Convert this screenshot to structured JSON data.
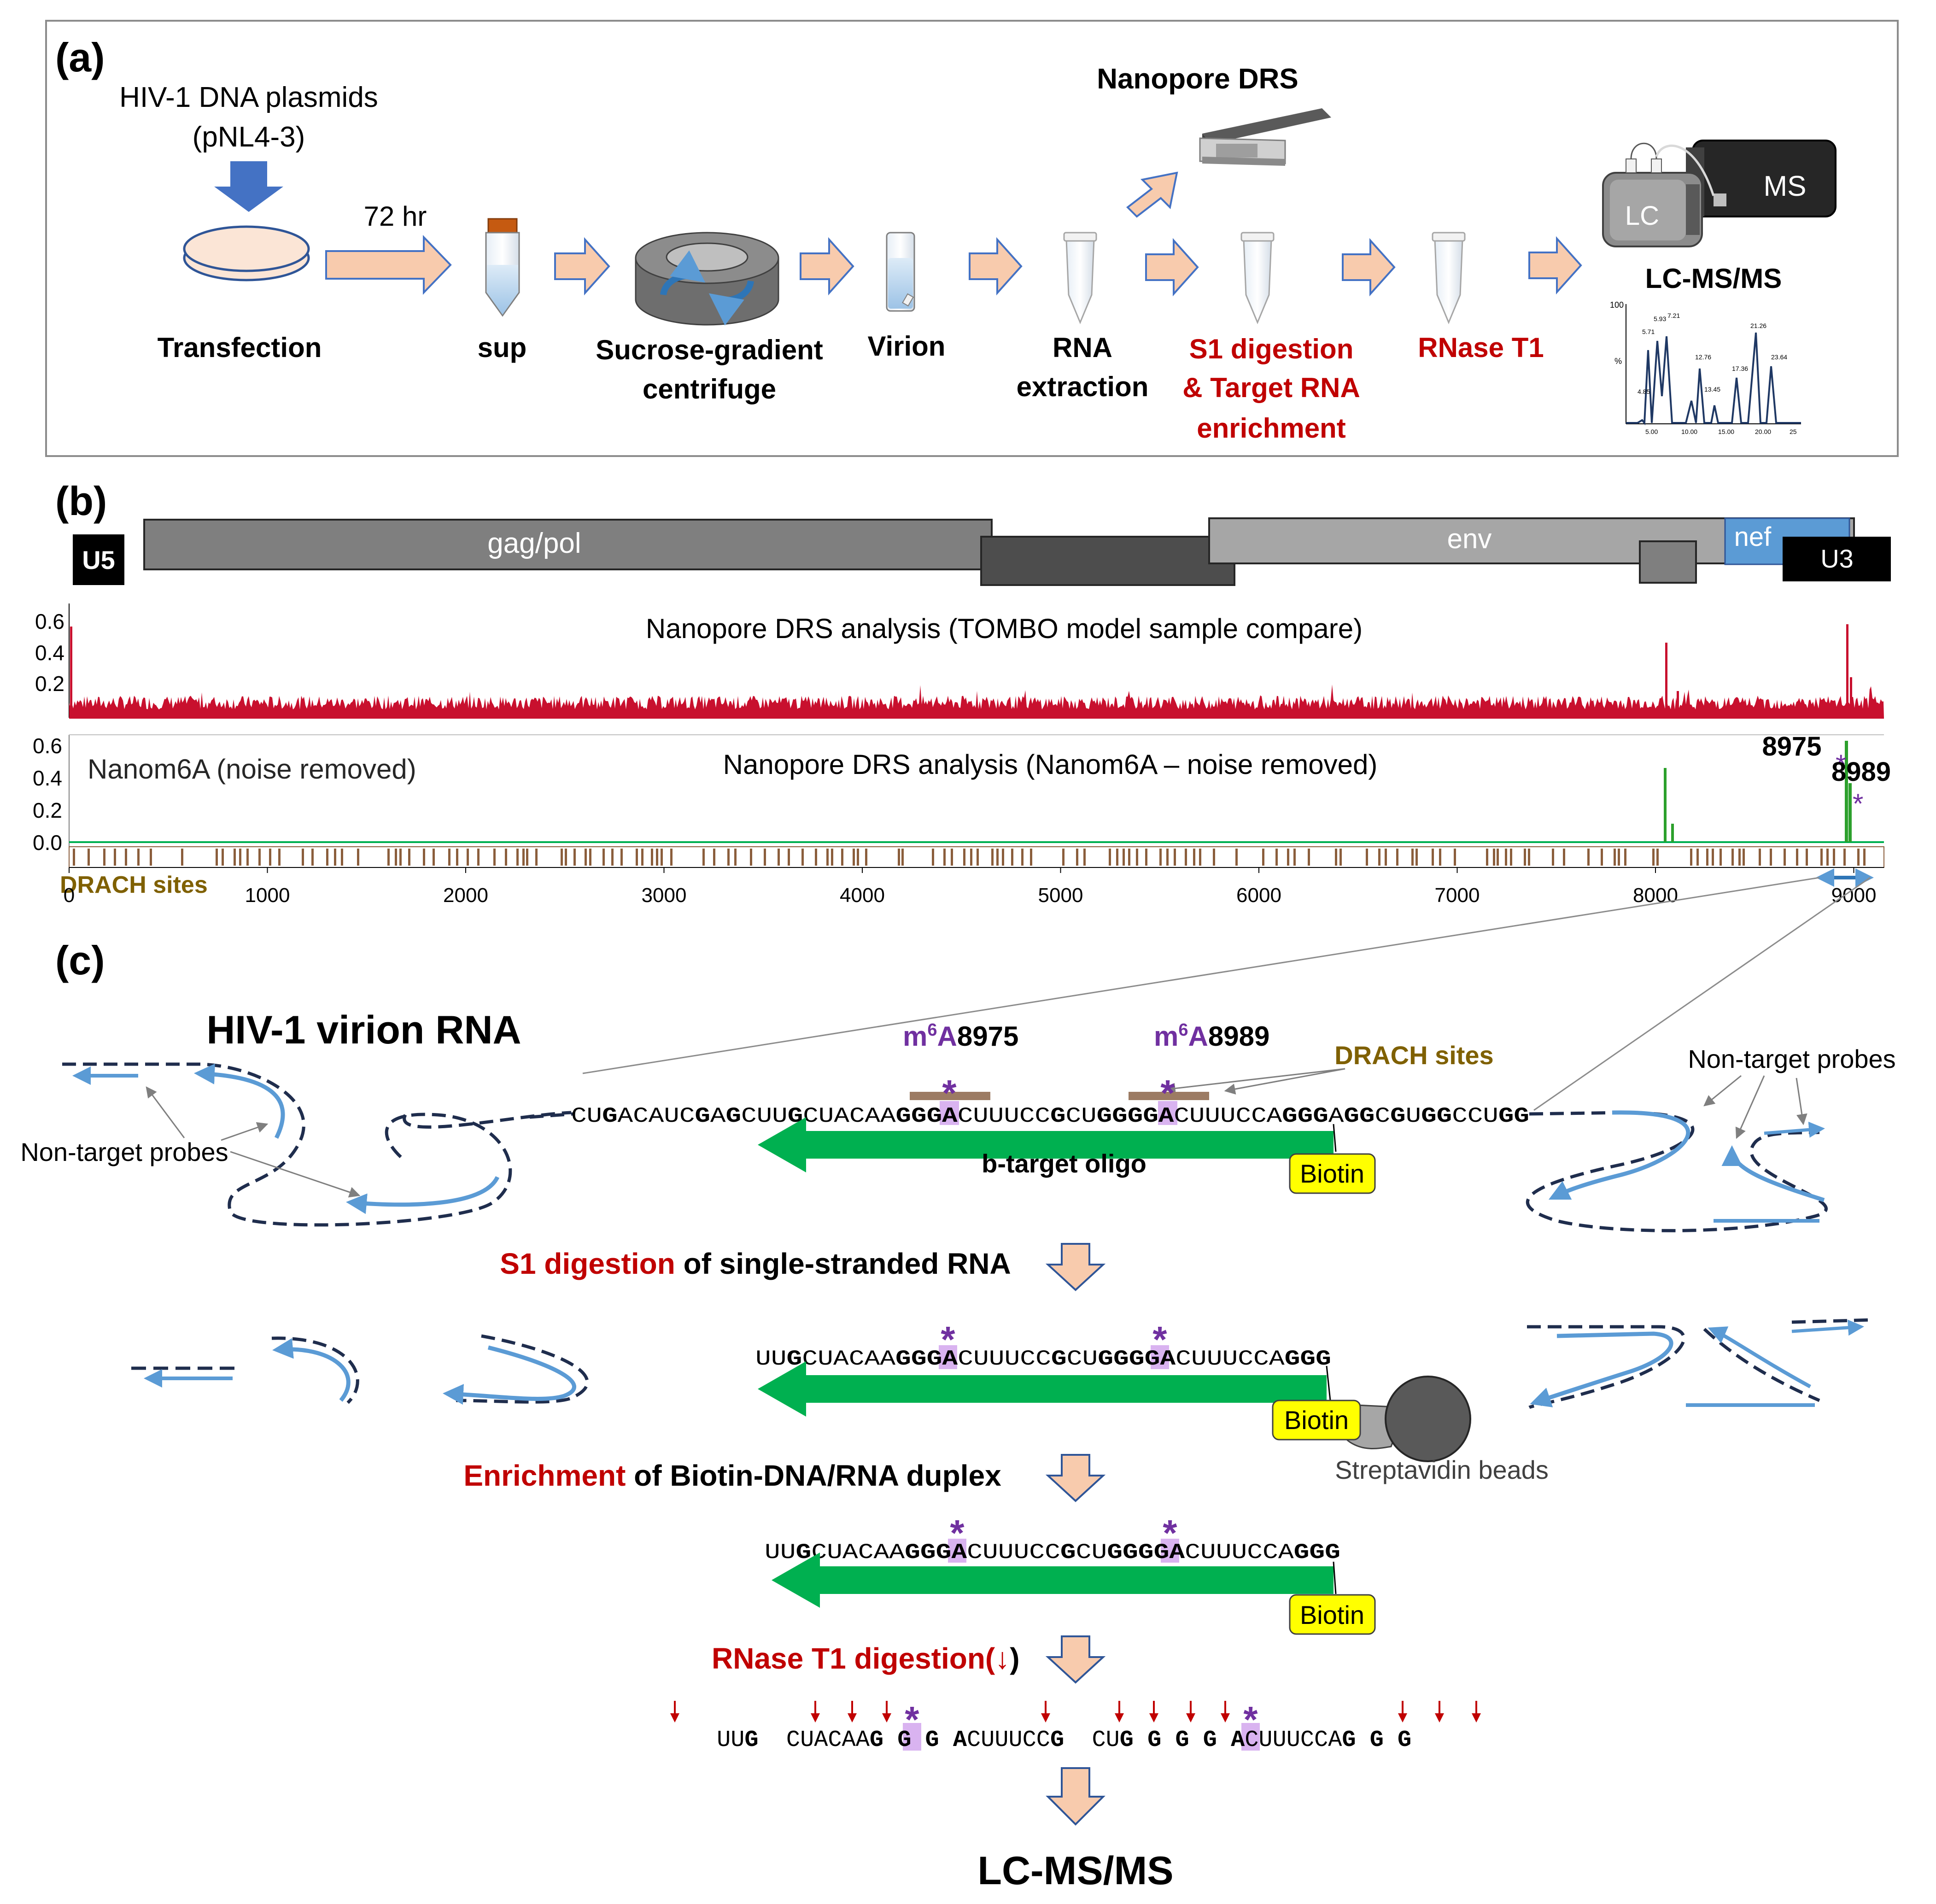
{
  "colors": {
    "arrow_fill": "#F8CBAD",
    "red_text": "#C00000",
    "purple": "#7030A0",
    "purple_hl": "#D9B3F0",
    "green": "#00B050",
    "blue_dark": "#4472C4",
    "blue_light": "#5B9BD5",
    "navy": "#1F2D4D",
    "gray_dark": "#555555",
    "gray_mid": "#7F7F7F",
    "gray_light": "#A6A6A6",
    "crimson": "#C8102E",
    "drach_brown": "#8B5E3C",
    "drach_label": "#7F6000",
    "yellow": "#FFFF00"
  },
  "panel_a": {
    "label": "(a)",
    "plasmid_line1": "HIV-1 DNA plasmids",
    "plasmid_line2": "(pNL4-3)",
    "time": "72 hr",
    "steps": {
      "transfection": "Transfection",
      "sup": "sup",
      "sucrose_1": "Sucrose-gradient",
      "sucrose_2": "centrifuge",
      "virion": "Virion",
      "rna_1": "RNA",
      "rna_2": "extraction",
      "s1_1": "S1 digestion",
      "s1_2": "& Target RNA",
      "s1_3": "enrichment",
      "rnase": "RNase T1"
    },
    "nanopore": "Nanopore DRS",
    "lc": "LC",
    "ms": "MS",
    "lcms": "LC-MS/MS",
    "chromatogram": {
      "peaks": [
        "4.85",
        "5.71",
        "5.93",
        "7.21",
        "12.76",
        "13.45",
        "17.36",
        "21.26",
        "23.64"
      ],
      "y_tick": "100",
      "y_unit": "%",
      "x_ticks": [
        "5.00",
        "10.00",
        "15.00",
        "20.00",
        "25"
      ]
    }
  },
  "panel_b": {
    "label": "(b)",
    "genes": {
      "u5": "U5",
      "gagpol": "gag/pol",
      "env": "env",
      "nef": "nef",
      "u3": "U3"
    },
    "track1_title": "Nanopore DRS analysis (TOMBO model sample compare)",
    "track1_yticks": [
      "0.6",
      "0.4",
      "0.2"
    ],
    "track2_title": "Nanopore DRS analysis (Nanom6A – noise removed)",
    "track2_legend": "Nanom6A (noise removed)",
    "track2_yticks": [
      "0.6",
      "0.4",
      "0.2",
      "0.0"
    ],
    "peak_a": "8975",
    "peak_b": "8989",
    "drach": "DRACH sites",
    "x_ticks": [
      "0",
      "1000",
      "2000",
      "3000",
      "4000",
      "5000",
      "6000",
      "7000",
      "8000",
      "9000"
    ]
  },
  "panel_c": {
    "label": "(c)",
    "title": "HIV-1 virion RNA",
    "m6a_a_pre": "m",
    "m6a_sup": "6",
    "m6a_a_post": "A",
    "m6a_a_num": "8975",
    "m6a_b_num": "8989",
    "drach": "DRACH sites",
    "non_target_left": "Non-target probes",
    "non_target_right": "Non-target probes",
    "seq1": [
      "CU",
      "G",
      "ACAUC",
      "G",
      "A",
      "G",
      "CUU",
      "G",
      "CUACAA",
      "GGGA",
      "CUUUCC",
      "G",
      "CU",
      "GGGGA",
      "CUUUCCA",
      "GGG",
      "A",
      "GG",
      "C",
      "G",
      "U",
      "GG",
      "CCU",
      "GG"
    ],
    "oligo": "b-target oligo",
    "biotin": "Biotin",
    "s1_red": "S1 digestion",
    "s1_black": " of single-stranded RNA",
    "seq2": [
      "UU",
      "G",
      "CUACAA",
      "GGGA",
      "CUUUCC",
      "G",
      "CU",
      "GGGGA",
      "CUUUCCA",
      "GGG"
    ],
    "beads": "Streptavidin beads",
    "enrich_red": "Enrichment",
    "enrich_black": " of Biotin-DNA/RNA duplex",
    "rnase_red": "RNase T1 digestion(",
    "rnase_arrow": "↓",
    "rnase_close": ")",
    "frag_seq": [
      "UU",
      "G",
      "  CUACAA",
      "G",
      " G",
      " G",
      " A",
      "CUUUCC",
      "G",
      "  CU",
      "G",
      " G",
      " G",
      " G",
      " A",
      "CUUUCCA",
      "G",
      " G",
      " G"
    ],
    "final": "LC-MS/MS"
  }
}
